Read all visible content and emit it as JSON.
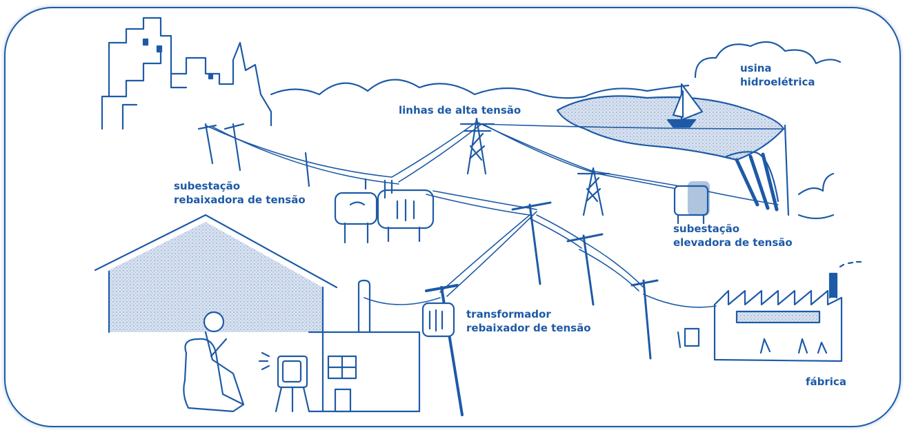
{
  "labels": {
    "usina": [
      "usina",
      "hidroelétrica"
    ],
    "linhas": "linhas de alta tensão",
    "sub_rebaixadora": [
      "subestação",
      "rebaixadora de tensão"
    ],
    "sub_elevadora": [
      "subestação",
      "elevadora de tensão"
    ],
    "transformador": [
      "transformador",
      "rebaixador de tensão"
    ],
    "fabrica": "fábrica"
  },
  "colors": {
    "ink": "#1d5aa6",
    "shade": "#b9cbe3",
    "frame": "#1d5aa6"
  }
}
